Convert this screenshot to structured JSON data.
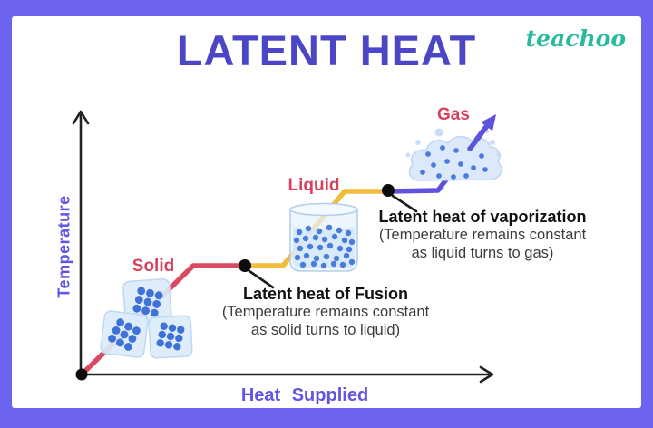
{
  "header": {
    "title": "LATENT HEAT",
    "brand": "teachoo"
  },
  "graph": {
    "y_axis_label": "Temperature",
    "x_axis_label": "Heat Supplied",
    "phase_labels": {
      "solid": "Solid",
      "liquid": "Liquid",
      "gas": "Gas"
    }
  },
  "annotations": {
    "fusion": {
      "title": "Latent heat of Fusion",
      "line1": "(Temperature remains constant",
      "line2": "as solid turns to liquid)"
    },
    "vaporization": {
      "title": "Latent heat of vaporization",
      "line1": "(Temperature remains constant",
      "line2": "as liquid turns to gas)"
    }
  },
  "colors": {
    "frame": "#6C63F0",
    "title_text": "#4B46C6",
    "axis_label_text": "#6156E3",
    "phase_label_text": "#D8415C",
    "brand_text": "#29B99E",
    "solid_heating_segment": "#D94961",
    "latent_plateau_segment": "#F2BC3D",
    "gas_heating_segment": "#5F52DC"
  },
  "chart_data": {
    "type": "line",
    "title": "LATENT HEAT",
    "xlabel": "Heat Supplied",
    "ylabel": "Temperature",
    "axis_numeric_values_shown": false,
    "series": [
      {
        "name": "Heating curve",
        "segments": [
          {
            "label": "Solid heating",
            "trend": "temperature rising",
            "color": "#D94961"
          },
          {
            "label": "Latent heat of Fusion (melting)",
            "trend": "temperature constant",
            "color": "#F2BC3D"
          },
          {
            "label": "Liquid heating",
            "trend": "temperature rising",
            "color": "#F2BC3D"
          },
          {
            "label": "Latent heat of vaporization (boiling)",
            "trend": "temperature constant",
            "color": "#F2BC3D to #5F52DC"
          },
          {
            "label": "Gas heating",
            "trend": "temperature rising",
            "color": "#5F52DC"
          }
        ]
      }
    ],
    "annotations": [
      "Latent heat of Fusion (Temperature remains constant as solid turns to liquid)",
      "Latent heat of vaporization (Temperature remains constant as liquid turns to gas)"
    ]
  }
}
